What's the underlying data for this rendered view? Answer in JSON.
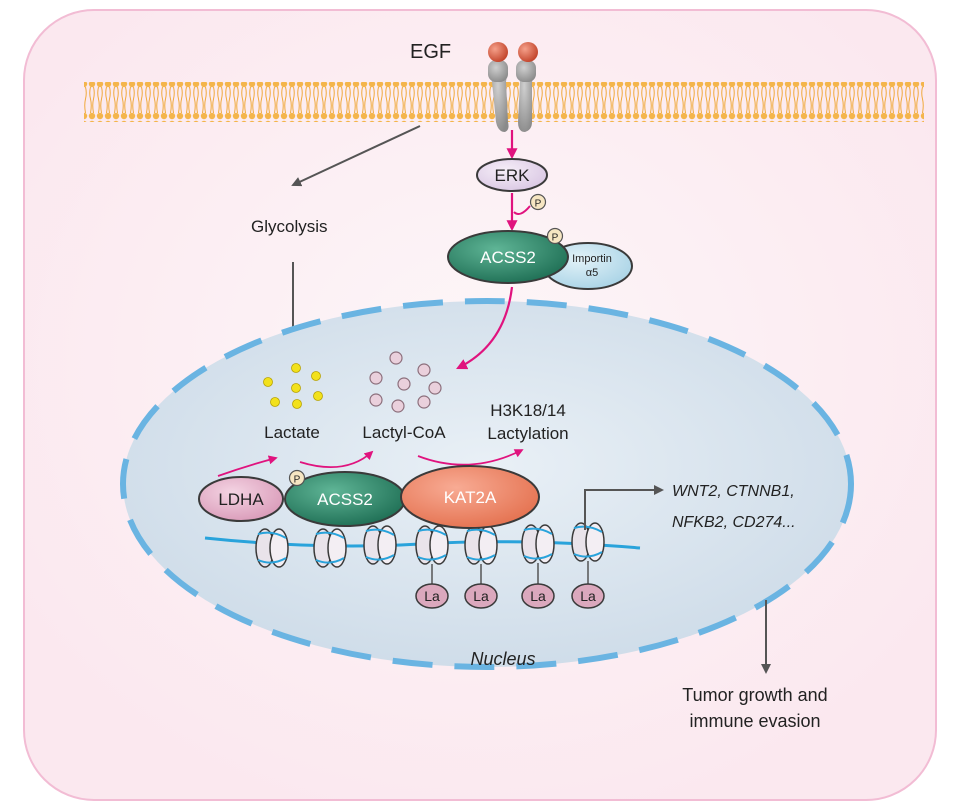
{
  "labels": {
    "egf": "EGF",
    "glycolysis": "Glycolysis",
    "erk": "ERK",
    "phospho": "P",
    "acss2_cyto": "ACSS2",
    "importin_line1": "Importin",
    "importin_line2": "α5",
    "lactate": "Lactate",
    "lactyl_coa": "Lactyl-CoA",
    "h3k_line1": "H3K18/14",
    "h3k_line2": "Lactylation",
    "ldha": "LDHA",
    "acss2_nuc": "ACSS2",
    "kat2a": "KAT2A",
    "genes_line1": "WNT2, CTNNB1,",
    "genes_line2": "NFKB2, CD274...",
    "la": "La",
    "nucleus": "Nucleus",
    "outcome_line1": "Tumor growth and",
    "outcome_line2": "immune evasion"
  },
  "colors": {
    "cell_border": "#f2bcd4",
    "cell_fill": "#fdf0f4",
    "membrane": "#f5b14e",
    "nucleus_fill": "#dbe6ef",
    "nucleus_border": "#6ab4e2",
    "magenta_arrow": "#e0137e",
    "gray_arrow": "#555555",
    "acss2": "#2f8a6d",
    "ldha": "#e9b9d0",
    "kat2a": "#f28c72",
    "lactate_dot": "#f2e11c",
    "lactylcoa_dot": "#e8c6d3",
    "dna": "#29a3db",
    "la_bead": "#dba8bd"
  }
}
